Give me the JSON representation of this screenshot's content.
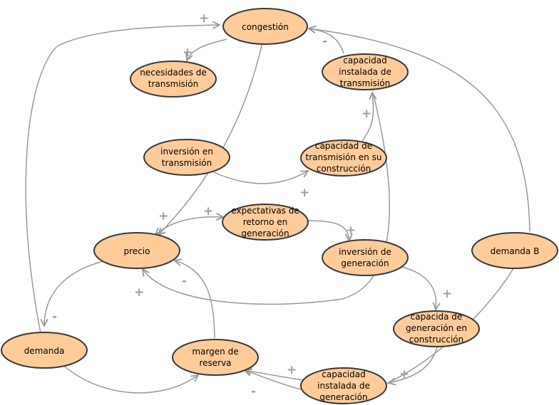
{
  "diagram": {
    "nodes": {
      "congestion": {
        "label": [
          "congestión"
        ]
      },
      "necesidades": {
        "label": [
          "necesidades de",
          "transmisión"
        ]
      },
      "cap_inst_trans": {
        "label": [
          "capacidad",
          "instalada de",
          "transmisión"
        ]
      },
      "inv_trans": {
        "label": [
          "inversión en",
          "transmisión"
        ]
      },
      "cap_trans_constr": {
        "label": [
          "capacidad de",
          "transmisión en su",
          "construcción"
        ]
      },
      "expectativas": {
        "label": [
          "expectativas de",
          "retorno en",
          "generación"
        ]
      },
      "precio": {
        "label": [
          "precio"
        ]
      },
      "inv_gen": {
        "label": [
          "inversión de",
          "generación"
        ]
      },
      "demanda_b": {
        "label": [
          "demanda B"
        ]
      },
      "demanda": {
        "label": [
          "demanda"
        ]
      },
      "margen": {
        "label": [
          "margen de",
          "reserva"
        ]
      },
      "cap_gen_constr": {
        "label": [
          "capacida de",
          "generación en",
          "construcción"
        ]
      },
      "cap_inst_gen": {
        "label": [
          "capacidad",
          "instalada de",
          "generación"
        ]
      }
    },
    "polarities": {
      "p1": "+",
      "p2": "+",
      "p3": "-",
      "p4": "+",
      "p5": "+",
      "p6": "+",
      "p7": "+",
      "p8": "+",
      "p9": "-",
      "p10": "+",
      "p11": "-",
      "p12": "+",
      "p13": "+",
      "p14": "+",
      "p15": "-"
    },
    "colors": {
      "node_fill": "#ffcc99",
      "node_stroke": "#36393d",
      "edge": "#999999",
      "polarity": "#9e9e9e"
    }
  }
}
